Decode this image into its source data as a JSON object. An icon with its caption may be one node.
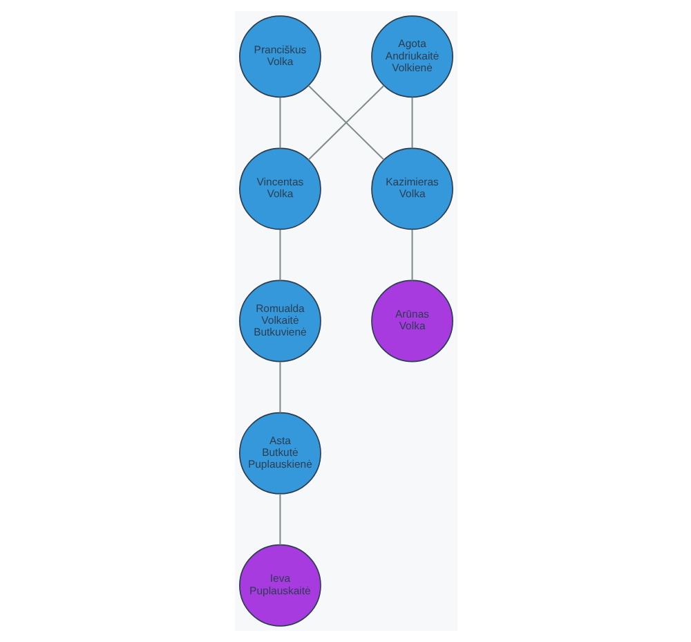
{
  "diagram": {
    "nodes": [
      {
        "text": [
          "Pranciškus Volka"
        ]
      },
      {
        "text": [
          "Agota Andriukaitė Volkienė"
        ]
      },
      {
        "text": [
          "Vincentas Volka"
        ]
      },
      {
        "text": [
          "Kazimieras Volka"
        ]
      },
      {
        "text": [
          "Romualda Volkaitė Butkuvienė"
        ]
      },
      {
        "text": [
          "Arūnas Volka"
        ]
      },
      {
        "text": [
          "Asta Butkutė Puplauskienė"
        ]
      },
      {
        "text": [
          "Ieva Puplauskaitė"
        ]
      }
    ],
    "edges": [
      {
        "from": 0,
        "to": 2,
        "arrow": "none"
      },
      {
        "from": 0,
        "to": 3,
        "arrow": "none"
      },
      {
        "from": 1,
        "to": 2,
        "arrow": "none"
      },
      {
        "from": 1,
        "to": 3,
        "arrow": "none"
      },
      {
        "from": 2,
        "to": 4,
        "arrow": "none"
      },
      {
        "from": 3,
        "to": 5,
        "arrow": "none"
      },
      {
        "from": 4,
        "to": 6,
        "arrow": "none"
      },
      {
        "from": 6,
        "to": 7,
        "arrow": "none"
      }
    ]
  }
}
